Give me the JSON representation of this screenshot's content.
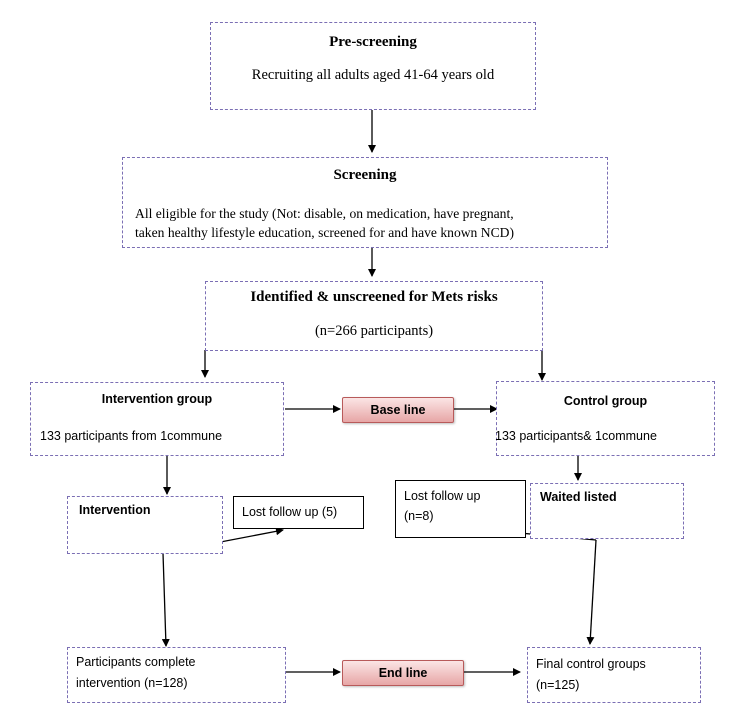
{
  "pre_screening": {
    "title": "Pre-screening",
    "text": "Recruiting all adults aged 41-64 years old"
  },
  "screening": {
    "title": "Screening",
    "line1": "All eligible for the study (Not: disable, on medication, have pregnant,",
    "line2": "taken healthy lifestyle education, screened for and have known NCD)"
  },
  "identified": {
    "title": "Identified & unscreened for Mets risks",
    "count": "(n=266 participants)"
  },
  "intervention_group": {
    "title": "Intervention group",
    "text": "133 participants from 1commune"
  },
  "control_group": {
    "title": "Control group",
    "text": "133 participants& 1commune"
  },
  "baseline": {
    "label": "Base line"
  },
  "intervention": {
    "title": "Intervention"
  },
  "lost_follow_up_left": {
    "text": "Lost follow up (5)"
  },
  "lost_follow_up_right": {
    "line1": "Lost follow up",
    "line2": "(n=8)"
  },
  "waited_listed": {
    "title": "Waited listed"
  },
  "participants_complete": {
    "line1": "Participants complete",
    "line2": "intervention (n=128)"
  },
  "endline": {
    "label": "End line"
  },
  "final_control": {
    "line1": "Final control groups",
    "line2": "(n=125)"
  }
}
